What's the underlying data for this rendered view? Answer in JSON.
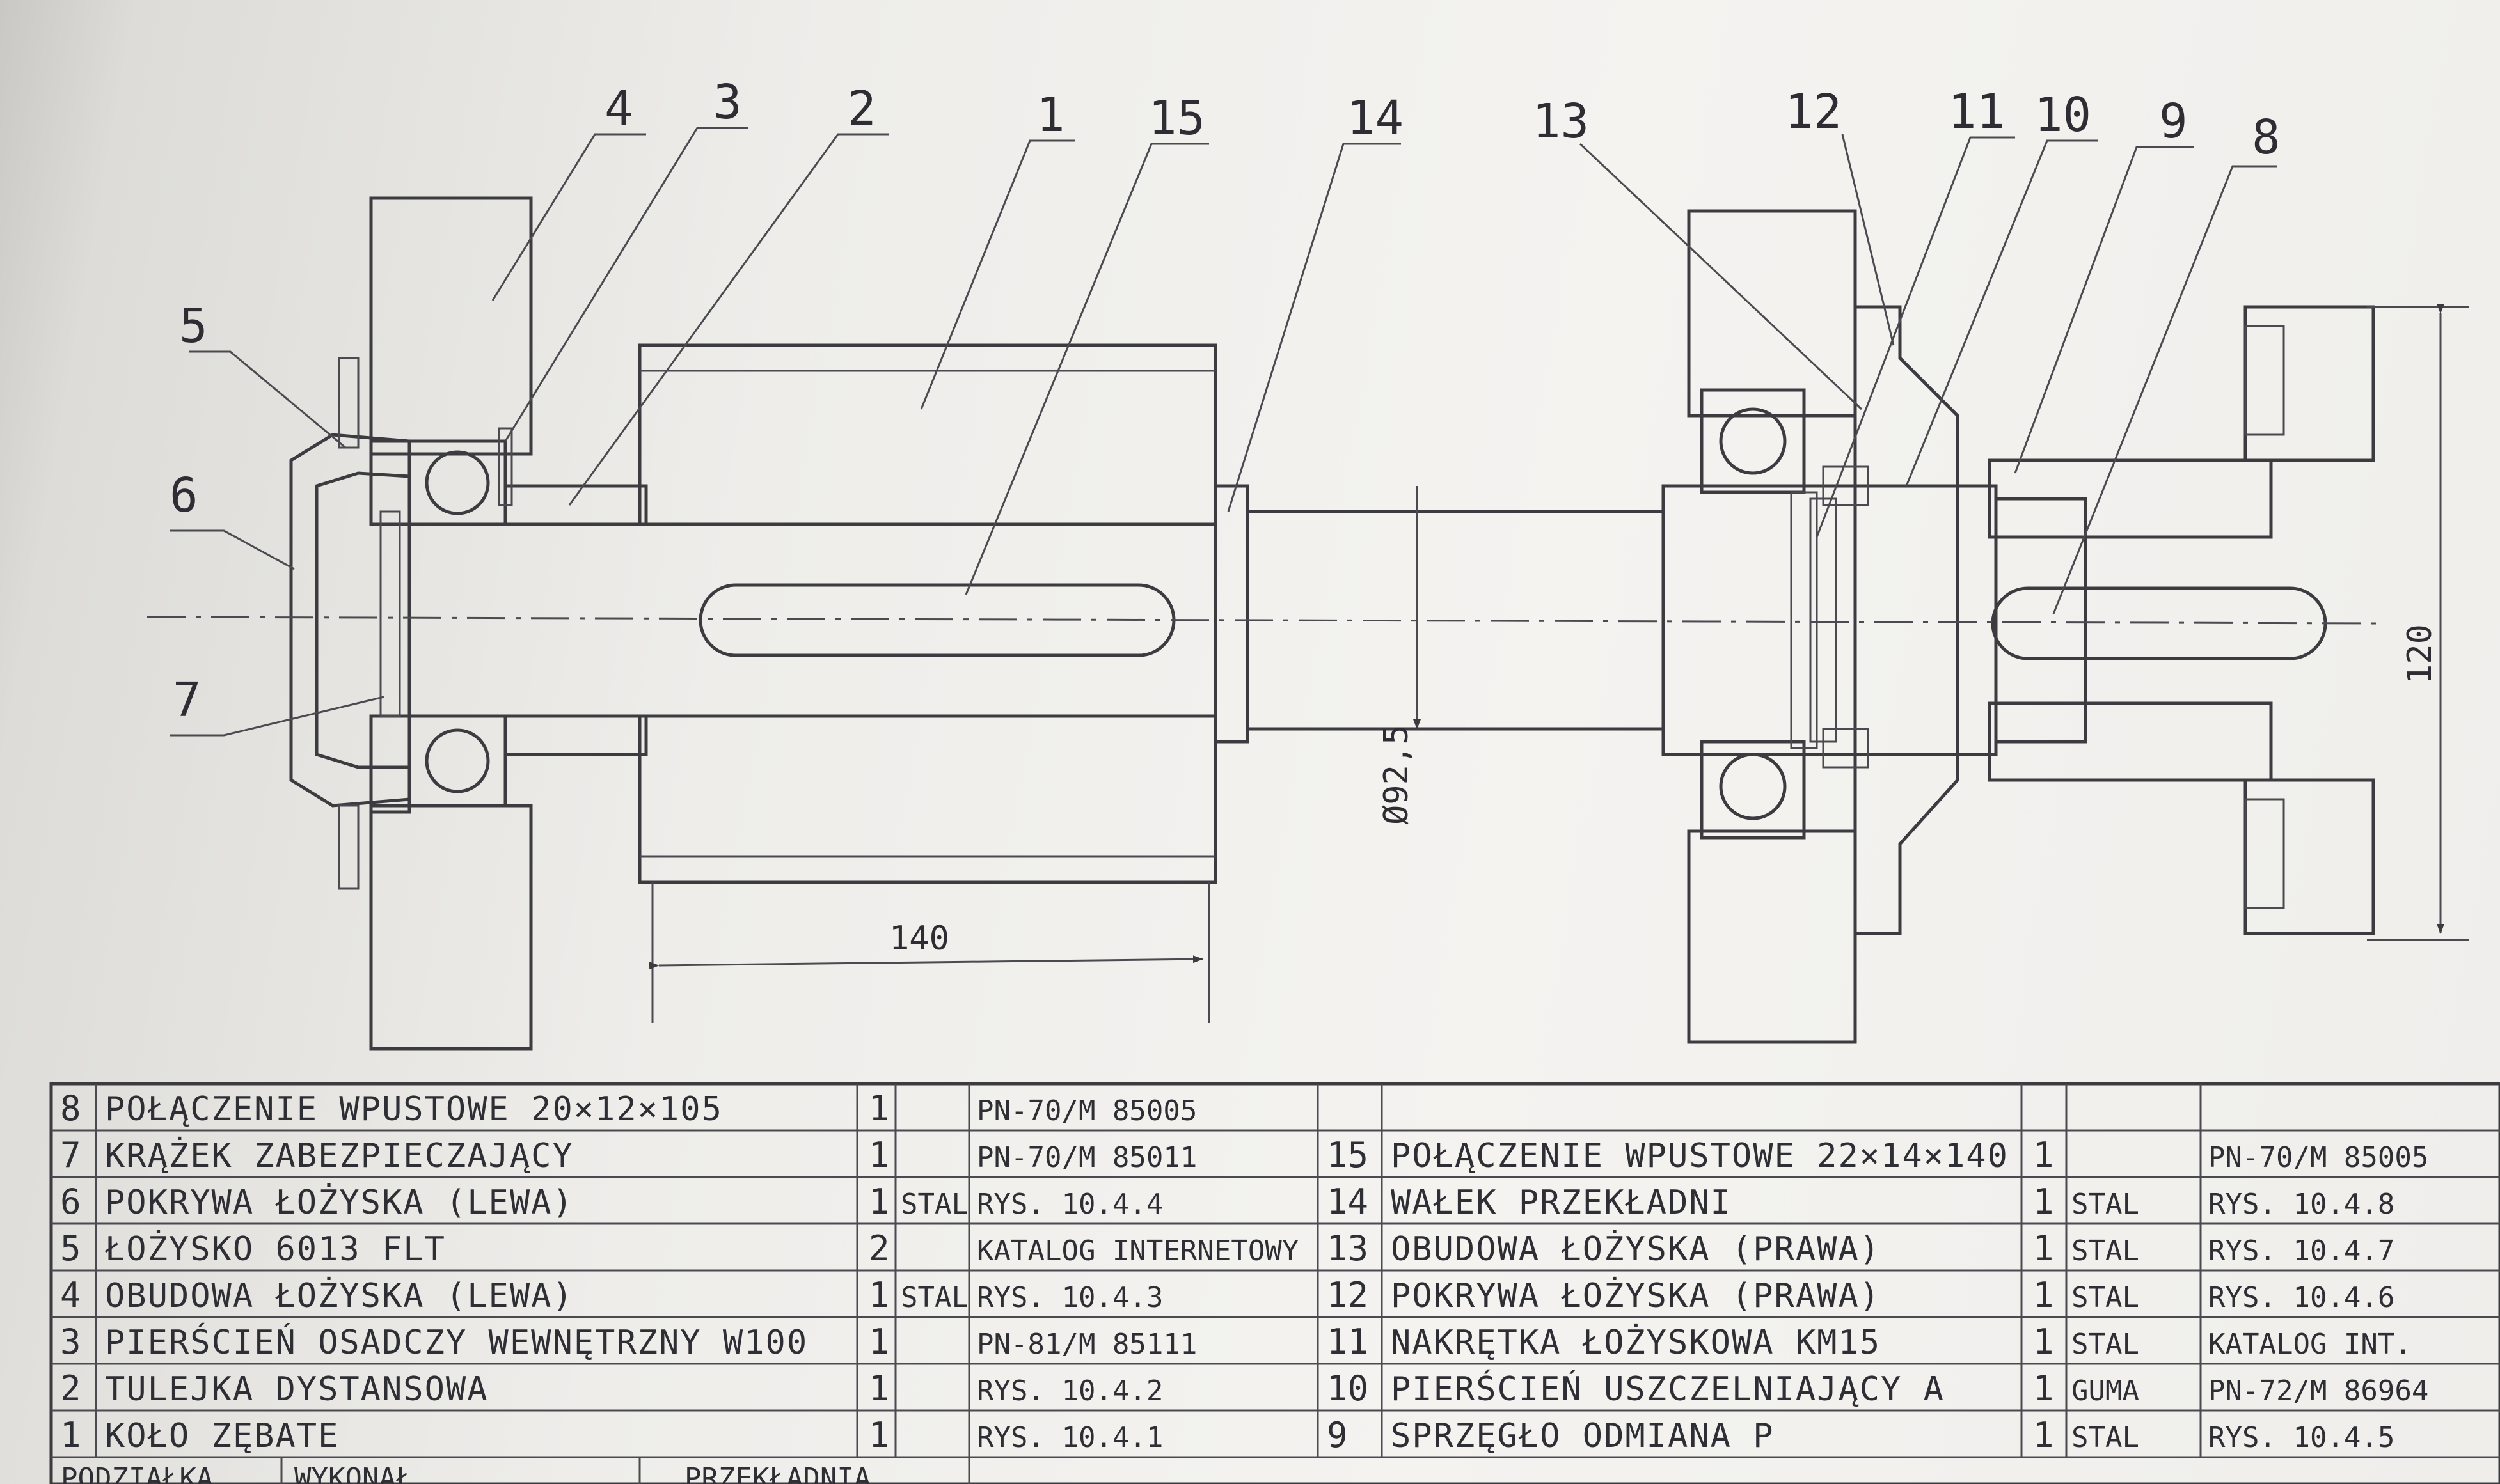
{
  "drawing": {
    "callouts": [
      "1",
      "2",
      "3",
      "4",
      "5",
      "6",
      "7",
      "8",
      "9",
      "10",
      "11",
      "12",
      "13",
      "14",
      "15"
    ],
    "dimensions": {
      "length": "140",
      "diameter": "Ø92,5",
      "height": "120"
    }
  },
  "parts_table": {
    "left": [
      {
        "no": "8",
        "name": "POŁĄCZENIE WPUSTOWE 20×12×105",
        "qty": "1",
        "material": "",
        "ref": "PN-70/M 85005"
      },
      {
        "no": "7",
        "name": "KRĄŻEK ZABEZPIECZAJĄCY",
        "qty": "1",
        "material": "",
        "ref": "PN-70/M 85011"
      },
      {
        "no": "6",
        "name": "POKRYWA ŁOŻYSKA (LEWA)",
        "qty": "1",
        "material": "STAL",
        "ref": "RYS. 10.4.4"
      },
      {
        "no": "5",
        "name": "ŁOŻYSKO 6013 FLT",
        "qty": "2",
        "material": "",
        "ref": "KATALOG INTERNETOWY"
      },
      {
        "no": "4",
        "name": "OBUDOWA ŁOŻYSKA (LEWA)",
        "qty": "1",
        "material": "STAL",
        "ref": "RYS. 10.4.3"
      },
      {
        "no": "3",
        "name": "PIERŚCIEŃ OSADCZY WEWNĘTRZNY W100",
        "qty": "1",
        "material": "",
        "ref": "PN-81/M 85111"
      },
      {
        "no": "2",
        "name": "TULEJKA DYSTANSOWA",
        "qty": "1",
        "material": "",
        "ref": "RYS. 10.4.2"
      },
      {
        "no": "1",
        "name": "KOŁO ZĘBATE",
        "qty": "1",
        "material": "",
        "ref": "RYS. 10.4.1"
      }
    ],
    "right": [
      {
        "no": "15",
        "name": "POŁĄCZENIE WPUSTOWE 22×14×140",
        "qty": "1",
        "material": "",
        "ref": "PN-70/M 85005"
      },
      {
        "no": "14",
        "name": "WAŁEK PRZEKŁADNI",
        "qty": "1",
        "material": "STAL",
        "ref": "RYS. 10.4.8"
      },
      {
        "no": "13",
        "name": "OBUDOWA ŁOŻYSKA (PRAWA)",
        "qty": "1",
        "material": "STAL",
        "ref": "RYS. 10.4.7"
      },
      {
        "no": "12",
        "name": "POKRYWA ŁOŻYSKA (PRAWA)",
        "qty": "1",
        "material": "STAL",
        "ref": "RYS. 10.4.6"
      },
      {
        "no": "11",
        "name": "NAKRĘTKA ŁOŻYSKOWA KM15",
        "qty": "1",
        "material": "STAL",
        "ref": "KATALOG INT."
      },
      {
        "no": "10",
        "name": "PIERŚCIEŃ USZCZELNIAJĄCY A",
        "qty": "1",
        "material": "GUMA",
        "ref": "PN-72/M 86964"
      },
      {
        "no": "9",
        "name": "SPRZĘGŁO ODMIANA P",
        "qty": "1",
        "material": "STAL",
        "ref": "RYS. 10.4.5"
      }
    ],
    "footer": {
      "scale_label": "PODZIAŁKA",
      "cell_b": "WYKONAŁ",
      "title": "PRZEKŁADNIA"
    }
  }
}
